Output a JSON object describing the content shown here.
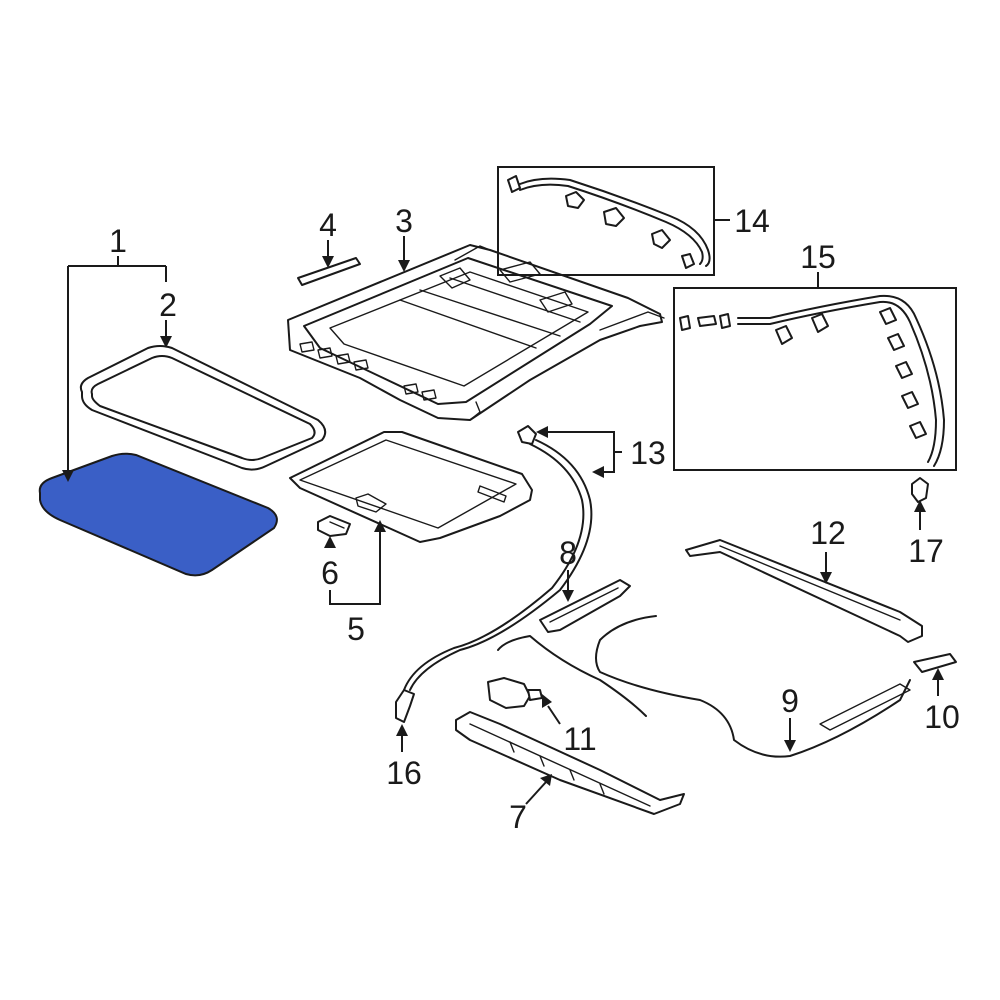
{
  "diagram": {
    "highlight_color": "#3a5fc6",
    "line_color": "#1a1a1a",
    "background": "#ffffff",
    "callouts": [
      {
        "id": "c1",
        "label": "1",
        "part": "glass-panel-assembly"
      },
      {
        "id": "c2",
        "label": "2",
        "part": "glass-seal"
      },
      {
        "id": "c3",
        "label": "3",
        "part": "sunroof-frame"
      },
      {
        "id": "c4",
        "label": "4",
        "part": "weatherstrip"
      },
      {
        "id": "c5",
        "label": "5",
        "part": "sunshade-assembly"
      },
      {
        "id": "c6",
        "label": "6",
        "part": "sunshade-handle"
      },
      {
        "id": "c7",
        "label": "7",
        "part": "front-guide-rail"
      },
      {
        "id": "c8",
        "label": "8",
        "part": "left-guide-rail"
      },
      {
        "id": "c9",
        "label": "9",
        "part": "drive-cable-assembly"
      },
      {
        "id": "c10",
        "label": "10",
        "part": "rail-end-cap"
      },
      {
        "id": "c11",
        "label": "11",
        "part": "sunroof-motor"
      },
      {
        "id": "c12",
        "label": "12",
        "part": "right-guide-rail"
      },
      {
        "id": "c13",
        "label": "13",
        "part": "front-drain-hose"
      },
      {
        "id": "c14",
        "label": "14",
        "part": "front-drain-hose-kit"
      },
      {
        "id": "c15",
        "label": "15",
        "part": "rear-drain-hose-kit"
      },
      {
        "id": "c16",
        "label": "16",
        "part": "front-hose-connector"
      },
      {
        "id": "c17",
        "label": "17",
        "part": "rear-hose-connector"
      }
    ]
  }
}
